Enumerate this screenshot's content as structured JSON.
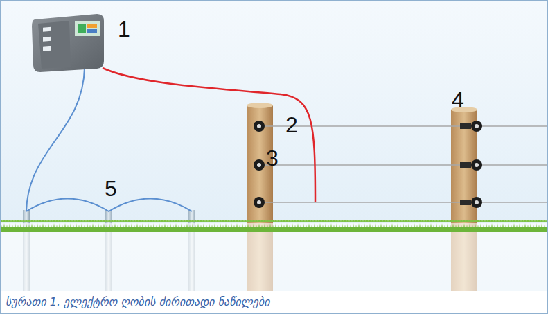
{
  "diagram": {
    "caption": "სურათი 1. ელექტრო ღობის ძირითადი ნაწილები",
    "labels": [
      "1",
      "2",
      "3",
      "4",
      "5"
    ]
  }
}
